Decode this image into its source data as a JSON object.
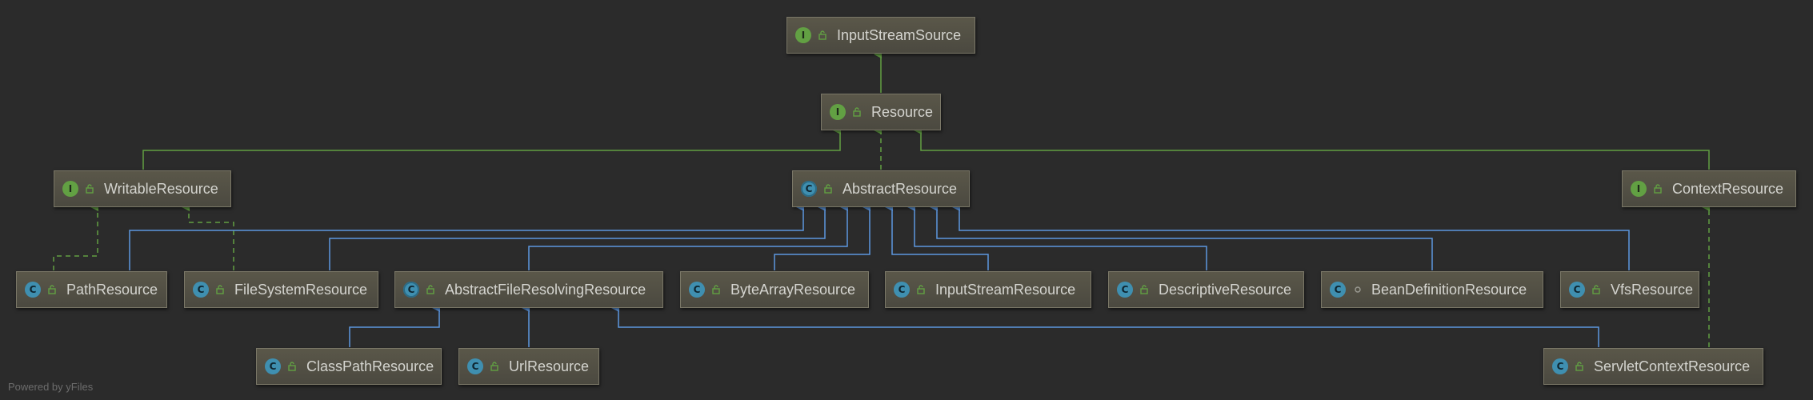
{
  "nodes": {
    "input_stream_source": {
      "label": "InputStreamSource",
      "kind": "I"
    },
    "resource": {
      "label": "Resource",
      "kind": "I"
    },
    "writable_resource": {
      "label": "WritableResource",
      "kind": "I"
    },
    "abstract_resource": {
      "label": "AbstractResource",
      "kind": "C"
    },
    "context_resource": {
      "label": "ContextResource",
      "kind": "I"
    },
    "path_resource": {
      "label": "PathResource",
      "kind": "C"
    },
    "file_system_resource": {
      "label": "FileSystemResource",
      "kind": "C"
    },
    "abstract_file_resolving_resource": {
      "label": "AbstractFileResolvingResource",
      "kind": "C"
    },
    "byte_array_resource": {
      "label": "ByteArrayResource",
      "kind": "C"
    },
    "input_stream_resource": {
      "label": "InputStreamResource",
      "kind": "C"
    },
    "descriptive_resource": {
      "label": "DescriptiveResource",
      "kind": "C"
    },
    "bean_definition_resource": {
      "label": "BeanDefinitionResource",
      "kind": "C"
    },
    "vfs_resource": {
      "label": "VfsResource",
      "kind": "C"
    },
    "class_path_resource": {
      "label": "ClassPathResource",
      "kind": "C"
    },
    "url_resource": {
      "label": "UrlResource",
      "kind": "C"
    },
    "servlet_context_resource": {
      "label": "ServletContextResource",
      "kind": "C"
    }
  },
  "watermark": "Powered by yFiles",
  "colors": {
    "background": "#2b2b2b",
    "extends_edge": "#5d97e0",
    "implements_edge": "#62a043",
    "interface_badge": "#62a043",
    "class_badge": "#3f8fb0"
  },
  "icons": {
    "interface": "interface-badge-icon",
    "class": "class-badge-icon",
    "visibility": "public-lock-icon",
    "package_private": "package-private-dot-icon"
  }
}
